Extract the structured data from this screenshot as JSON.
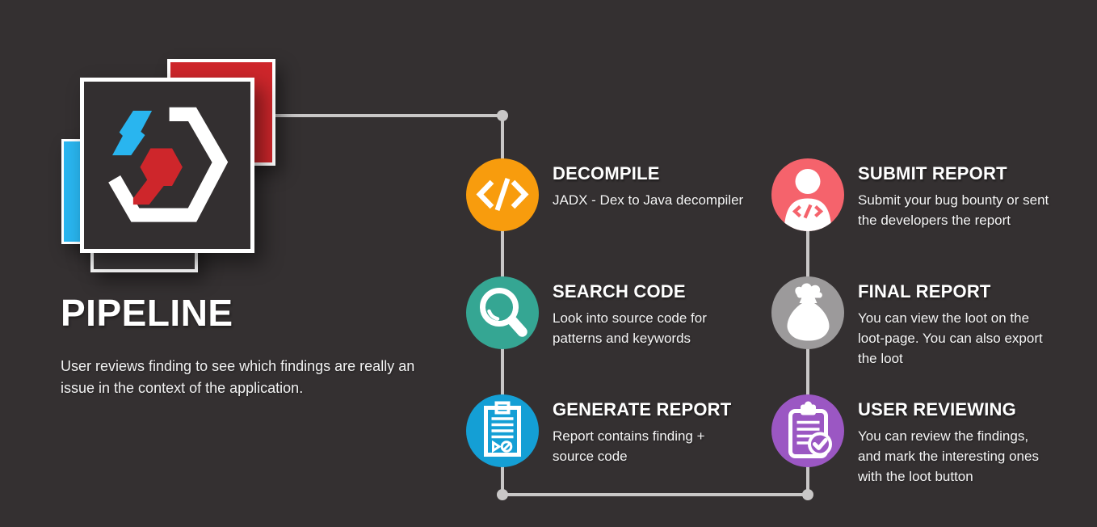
{
  "intro": {
    "heading": "PIPELINE",
    "description_lines": [
      "User reviews finding to see which findings are really an",
      "issue in the context of the application."
    ]
  },
  "steps": [
    {
      "title": "DECOMPILE",
      "description_lines": [
        "JADX - Dex to Java decompiler"
      ],
      "color": "#F89C0D",
      "icon": "code-icon"
    },
    {
      "title": "SEARCH CODE",
      "description_lines": [
        "Look into source code for",
        "patterns and keywords"
      ],
      "color": "#35A693",
      "icon": "search-icon"
    },
    {
      "title": "GENERATE REPORT",
      "description_lines": [
        "Report contains finding +",
        "source code"
      ],
      "color": "#149FD5",
      "icon": "report-clipboard-icon"
    },
    {
      "title": "SUBMIT REPORT",
      "description_lines": [
        "Submit your bug bounty or sent",
        "the developers the report"
      ],
      "color": "#F5636C",
      "icon": "developer-user-icon"
    },
    {
      "title": "FINAL REPORT",
      "description_lines": [
        "You can view the loot on the",
        "loot-page. You can also export",
        "the loot"
      ],
      "color": "#9C9A9B",
      "icon": "loot-bag-icon"
    },
    {
      "title": "USER REVIEWING",
      "description_lines": [
        "You can review the findings,",
        "and mark the interesting ones",
        "with the loot button"
      ],
      "color": "#9B57C3",
      "icon": "review-clipboard-check-icon"
    }
  ],
  "colors": {
    "background": "#343031",
    "connector_line": "#C9C7C7",
    "text": "#FFFFFF",
    "logo_red": "#CE262B",
    "logo_cyan": "#29B5EF",
    "logo_dark_square": "#332F30",
    "logo_white": "#FFFFFF"
  }
}
